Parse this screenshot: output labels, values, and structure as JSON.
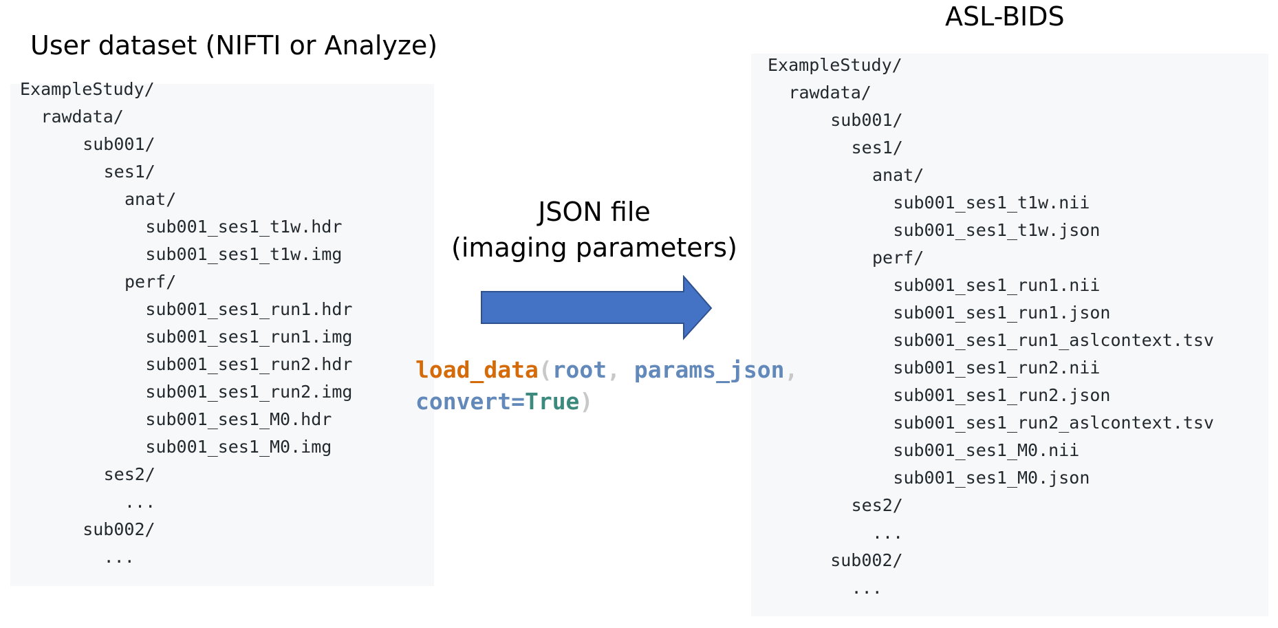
{
  "left": {
    "title": "User dataset (NIFTI or Analyze)",
    "tree": [
      {
        "text": "ExampleStudy/",
        "level": 0
      },
      {
        "text": "rawdata/",
        "level": 1
      },
      {
        "text": "sub001/",
        "level": 3
      },
      {
        "text": "ses1/",
        "level": 4
      },
      {
        "text": "anat/",
        "level": 5
      },
      {
        "text": "sub001_ses1_t1w.hdr",
        "level": 6
      },
      {
        "text": "sub001_ses1_t1w.img",
        "level": 6
      },
      {
        "text": "perf/",
        "level": 5
      },
      {
        "text": "sub001_ses1_run1.hdr",
        "level": 6
      },
      {
        "text": "sub001_ses1_run1.img",
        "level": 6
      },
      {
        "text": "sub001_ses1_run2.hdr",
        "level": 6
      },
      {
        "text": "sub001_ses1_run2.img",
        "level": 6
      },
      {
        "text": "sub001_ses1_M0.hdr",
        "level": 6
      },
      {
        "text": "sub001_ses1_M0.img",
        "level": 6
      },
      {
        "text": "ses2/",
        "level": 4
      },
      {
        "text": "...",
        "level": 5
      },
      {
        "text": "sub002/",
        "level": 3
      },
      {
        "text": "...",
        "level": 4
      }
    ]
  },
  "middle": {
    "label_line1": "JSON file",
    "label_line2": "(imaging parameters)",
    "code": {
      "func": "load_data",
      "open_paren": "(",
      "arg1": "root",
      "sep1": ", ",
      "arg2": "params_json",
      "sep2": ",",
      "kw": "convert",
      "eq": "=",
      "kw_value": "True",
      "close_paren": ")"
    },
    "colors": {
      "arrow_fill": "#4472c4",
      "arrow_stroke": "#2f528f"
    }
  },
  "right": {
    "title": "ASL-BIDS",
    "tree": [
      {
        "text": "ExampleStudy/",
        "level": 0
      },
      {
        "text": "rawdata/",
        "level": 1
      },
      {
        "text": "sub001/",
        "level": 3
      },
      {
        "text": "ses1/",
        "level": 4
      },
      {
        "text": "anat/",
        "level": 5
      },
      {
        "text": "sub001_ses1_t1w.nii",
        "level": 6
      },
      {
        "text": "sub001_ses1_t1w.json",
        "level": 6
      },
      {
        "text": "perf/",
        "level": 5
      },
      {
        "text": "sub001_ses1_run1.nii",
        "level": 6
      },
      {
        "text": "sub001_ses1_run1.json",
        "level": 6
      },
      {
        "text": "sub001_ses1_run1_aslcontext.tsv",
        "level": 6
      },
      {
        "text": "sub001_ses1_run2.nii",
        "level": 6
      },
      {
        "text": "sub001_ses1_run2.json",
        "level": 6
      },
      {
        "text": "sub001_ses1_run2_aslcontext.tsv",
        "level": 6
      },
      {
        "text": "sub001_ses1_M0.nii",
        "level": 6
      },
      {
        "text": "sub001_ses1_M0.json",
        "level": 6
      },
      {
        "text": "ses2/",
        "level": 4
      },
      {
        "text": "...",
        "level": 5
      },
      {
        "text": "sub002/",
        "level": 3
      },
      {
        "text": "...",
        "level": 4
      }
    ]
  }
}
